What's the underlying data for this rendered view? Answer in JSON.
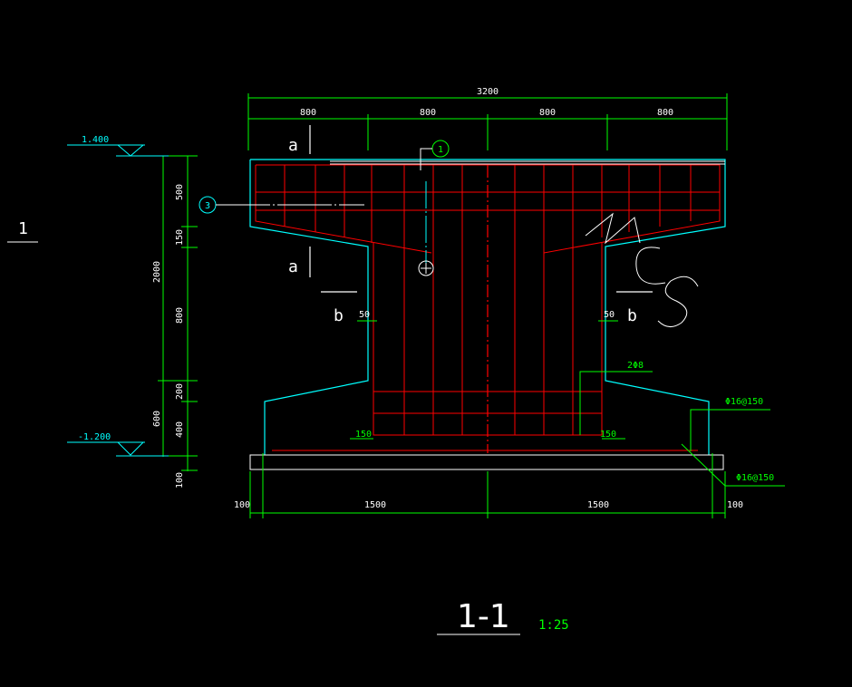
{
  "colors": {
    "background": "#000000",
    "dimension": "#00ff00",
    "outline": "#00ffff",
    "rebar": "#ff0000",
    "text": "#ffffff"
  },
  "section": {
    "title": "1-1",
    "scale": "1:25",
    "side_mark": "1"
  },
  "dims_top": {
    "total": "3200",
    "d1": "800",
    "d2": "800",
    "d3": "800",
    "d4": "800"
  },
  "dims_left": {
    "d500": "500",
    "d150": "150",
    "d2000": "2000",
    "d800": "800",
    "d200": "200",
    "d600": "600",
    "d400": "400",
    "d100": "100"
  },
  "dims_bottom": {
    "left_edge": "100",
    "left": "1500",
    "right": "1500",
    "right_edge": "100"
  },
  "elevations": {
    "top": "1.400",
    "bottom": "-1.200"
  },
  "cut_labels": {
    "a_top": "a",
    "a_bot": "a",
    "b_left": "b",
    "b_right": "b"
  },
  "notes": {
    "d50_left": "50",
    "d50_right": "50",
    "rebar_2phi8": "2Φ8",
    "rebar_phi16_a": "Φ16@150",
    "rebar_phi16_b": "Φ16@150",
    "d150_left": "150",
    "d150_right": "150"
  },
  "markers": {
    "m1": "1",
    "m3": "3"
  }
}
